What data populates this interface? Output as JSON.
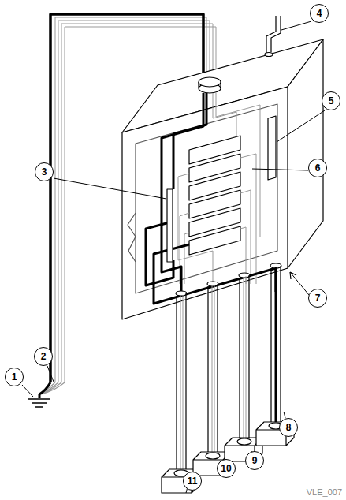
{
  "diagram": {
    "labels": [
      "1",
      "2",
      "3",
      "4",
      "5",
      "6",
      "7",
      "8",
      "9",
      "10",
      "11",
      "VLE_007"
    ]
  }
}
